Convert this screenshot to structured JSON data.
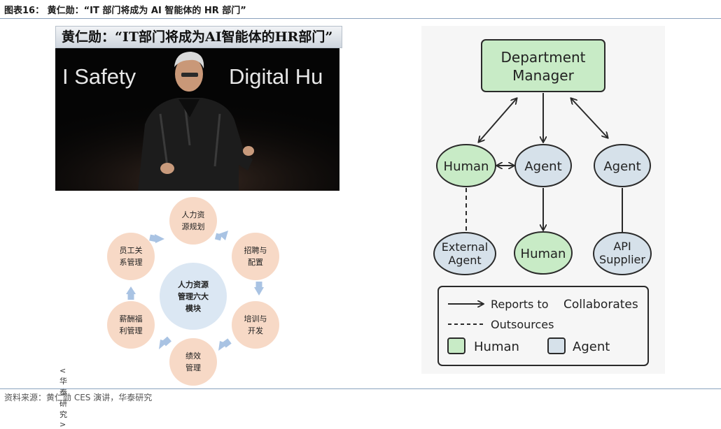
{
  "figure": {
    "title": "图表16： 黄仁勋：“IT 部门将成为 AI 智能体的 HR 部门”",
    "source": "资料来源：黄仁勋 CES 演讲，华泰研究"
  },
  "photo": {
    "caption": "黄仁勋：“IT部门将成为AI智能体的HR部门”",
    "bg_left": "I Safety",
    "bg_right": "Digital Hu"
  },
  "hr_modules": {
    "center": "人力资源管理六大模块",
    "items": [
      "人力资源规划",
      "招聘与配置",
      "培训与开发",
      "绩效管理",
      "薪酬福利管理",
      "员工关系管理"
    ],
    "source": "<华泰研究>",
    "colors": {
      "module": "#f7d9c6",
      "center": "#dbe7f3",
      "arrow": "#a9c3e3"
    }
  },
  "agent_diagram": {
    "nodes": {
      "manager": "Department Manager",
      "human_left": "Human",
      "agent_mid": "Agent",
      "agent_right": "Agent",
      "external_agent": "External Agent",
      "human_bottom": "Human",
      "api_supplier": "API Supplier"
    },
    "legend": {
      "reports_to": "Reports to",
      "collaborates": "Collaborates",
      "outsources": "Outsources",
      "human": "Human",
      "agent": "Agent"
    },
    "colors": {
      "human": "#c8ebc6",
      "agent": "#d6e1ea",
      "stroke": "#2a2a2a",
      "panel": "#f6f6f6"
    }
  }
}
